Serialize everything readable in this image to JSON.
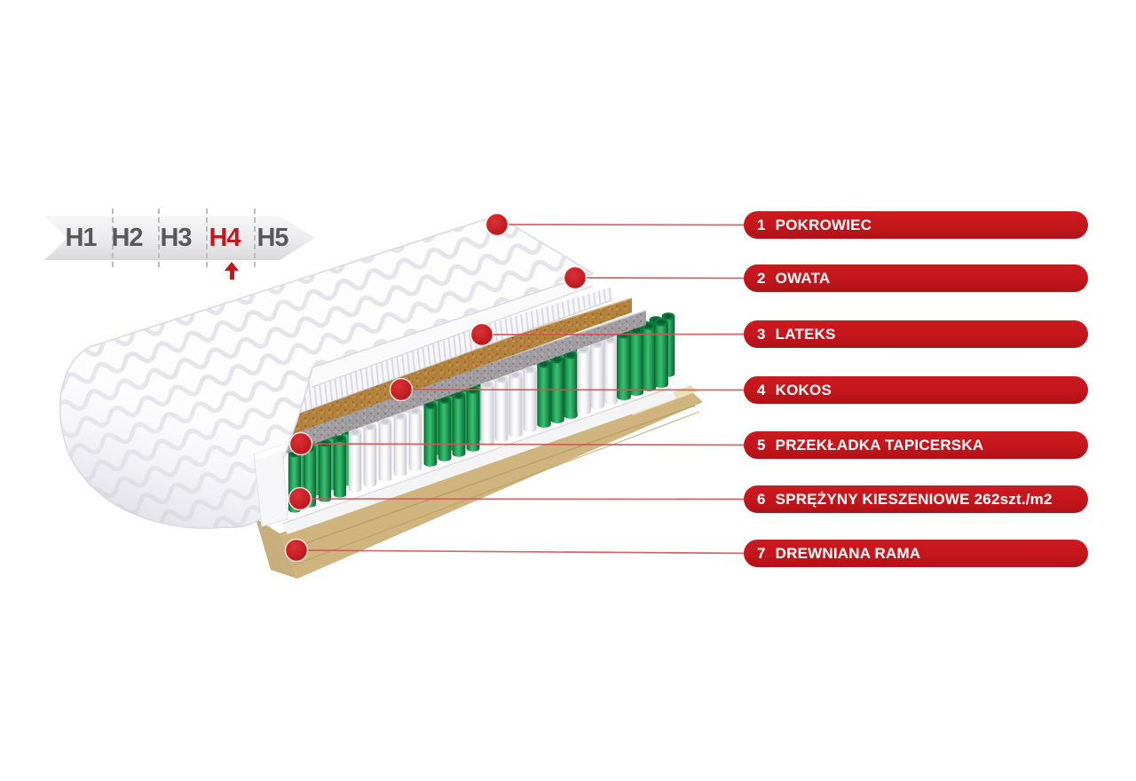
{
  "title": "Mattress cutaway infographic",
  "hardness_scale": {
    "levels": [
      {
        "label": "H1",
        "active": false
      },
      {
        "label": "H2",
        "active": false
      },
      {
        "label": "H3",
        "active": false
      },
      {
        "label": "H4",
        "active": true
      },
      {
        "label": "H5",
        "active": false
      }
    ],
    "selected": "H4"
  },
  "callouts": [
    {
      "number": "1",
      "label": "POKROWIEC"
    },
    {
      "number": "2",
      "label": "OWATA"
    },
    {
      "number": "3",
      "label": "LATEKS"
    },
    {
      "number": "4",
      "label": "KOKOS"
    },
    {
      "number": "5",
      "label": "PRZEKŁADKA TAPICERSKA"
    },
    {
      "number": "6",
      "label": "SPRĘŻYNY KIESZENIOWE 262szt./m2"
    },
    {
      "number": "7",
      "label": "DREWNIANA RAMA"
    }
  ],
  "colors": {
    "accent_red": "#c4161c",
    "leader_line": "#d05555",
    "spring_green": "#1d9b52",
    "wood": "#e2cf9e",
    "coconut_brown": "#b5823e",
    "felt_gray": "#a19da0",
    "scale_text_gray": "#58585b"
  }
}
